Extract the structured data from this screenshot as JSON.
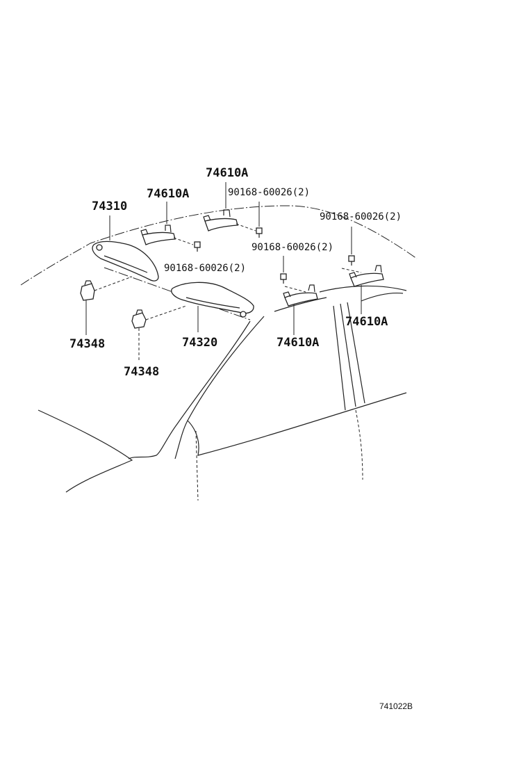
{
  "labels": {
    "visor_left": "74310",
    "visor_right": "74320",
    "holder_left": "74348",
    "holder_right": "74348",
    "assist_grip_1": "74610A",
    "assist_grip_2": "74610A",
    "assist_grip_3": "74610A",
    "assist_grip_4": "74610A",
    "screw_1": "90168-60026(2)",
    "screw_2": "90168-60026(2)",
    "screw_3": "90168-60026(2)",
    "screw_4": "90168-60026(2)"
  },
  "diagram_code": "741022B"
}
